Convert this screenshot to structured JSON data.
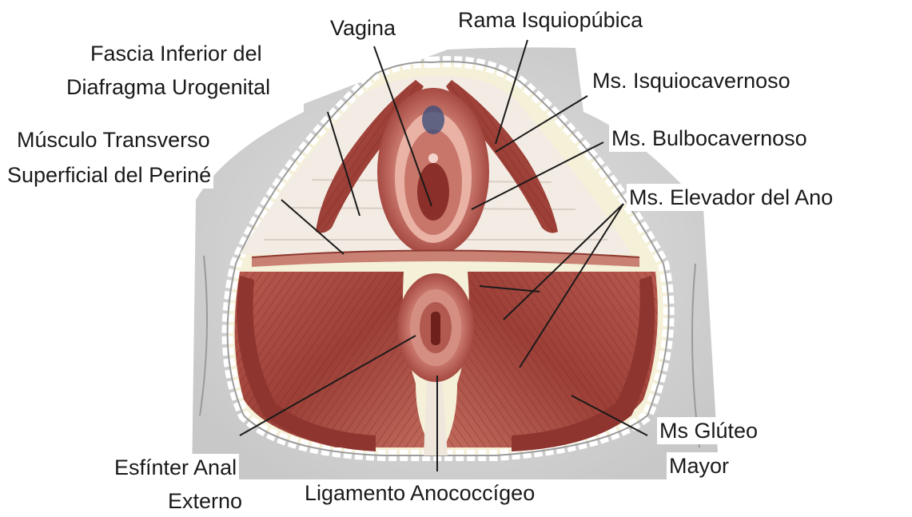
{
  "labels": {
    "vagina": "Vagina",
    "rama_isquiopubica": "Rama Isquiopúbica",
    "fascia_line1": "Fascia Inferior del",
    "fascia_line2": "Diafragma Urogenital",
    "ms_isquiocavernoso": "Ms. Isquiocavernoso",
    "ms_bulbocavernoso": "Ms. Bulbocavernoso",
    "transverso_line1": "Músculo Transverso",
    "transverso_line2": "Superficial del Periné",
    "ms_elevador": "Ms. Elevador del Ano",
    "gluteo_line1": "Ms Glúteo",
    "gluteo_line2": "Mayor",
    "esfinter_line1": "Esfínter Anal",
    "esfinter_line2": "Externo",
    "ligamento": "Ligamento Anococcígeo"
  },
  "colors": {
    "muscle": "#a8473f",
    "muscle_dark": "#7e2b25",
    "fascia": "#f1e8df",
    "fat": "#f4edc8",
    "skin": "#d6d6d6"
  }
}
